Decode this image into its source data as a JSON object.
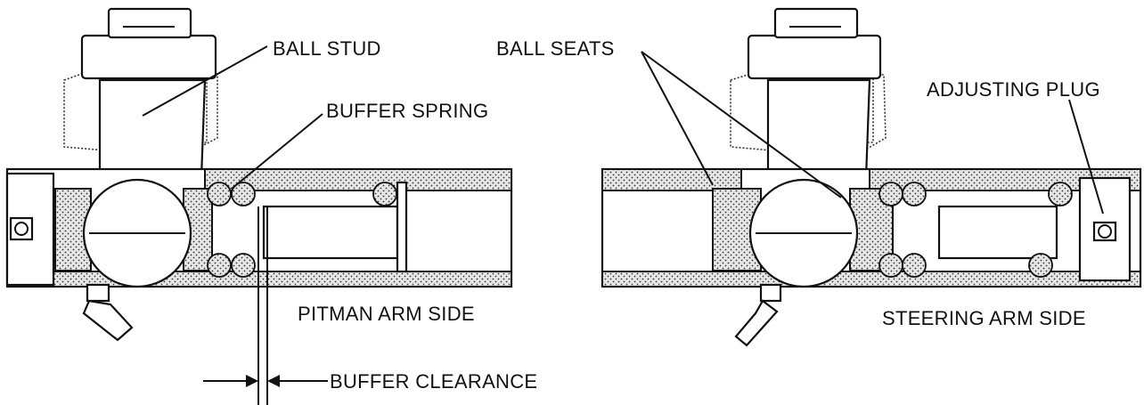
{
  "labels": {
    "ball_stud": "BALL STUD",
    "buffer_spring": "BUFFER SPRING",
    "pitman_arm_side": "PITMAN ARM SIDE",
    "buffer_clearance": "BUFFER CLEARANCE",
    "ball_seats": "BALL SEATS",
    "adjusting_plug": "ADJUSTING PLUG",
    "steering_arm_side": "STEERING ARM SIDE"
  }
}
